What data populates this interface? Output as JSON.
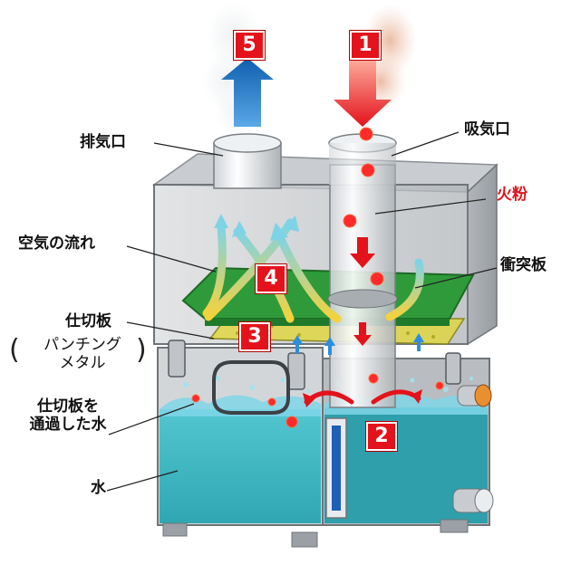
{
  "labels": {
    "exhaust_port": "排気口",
    "intake_port": "吸気口",
    "sparks": "火粉",
    "air_flow": "空気の流れ",
    "impact_plate": "衝突板",
    "partition_plate": "仕切板",
    "punching_metal_line1": "パンチング",
    "punching_metal_line2": "メタル",
    "water_through_line1": "仕切板を",
    "water_through_line2": "通過した水",
    "water": "水"
  },
  "steps": [
    "1",
    "2",
    "3",
    "4",
    "5"
  ],
  "colors": {
    "badge": "#e3121b",
    "sparks_text": "#e0141c",
    "water": "#3fb8c3",
    "impact_plate": "#2f9a3a",
    "flow_arrow": "#f2cf3a",
    "exhaust_arrow": "#1c6fc0",
    "intake_arrow": "#e3121b"
  },
  "icons": [
    "exhaust-arrow-icon",
    "intake-arrow-icon",
    "spark-icon",
    "flow-arrow-icon"
  ]
}
